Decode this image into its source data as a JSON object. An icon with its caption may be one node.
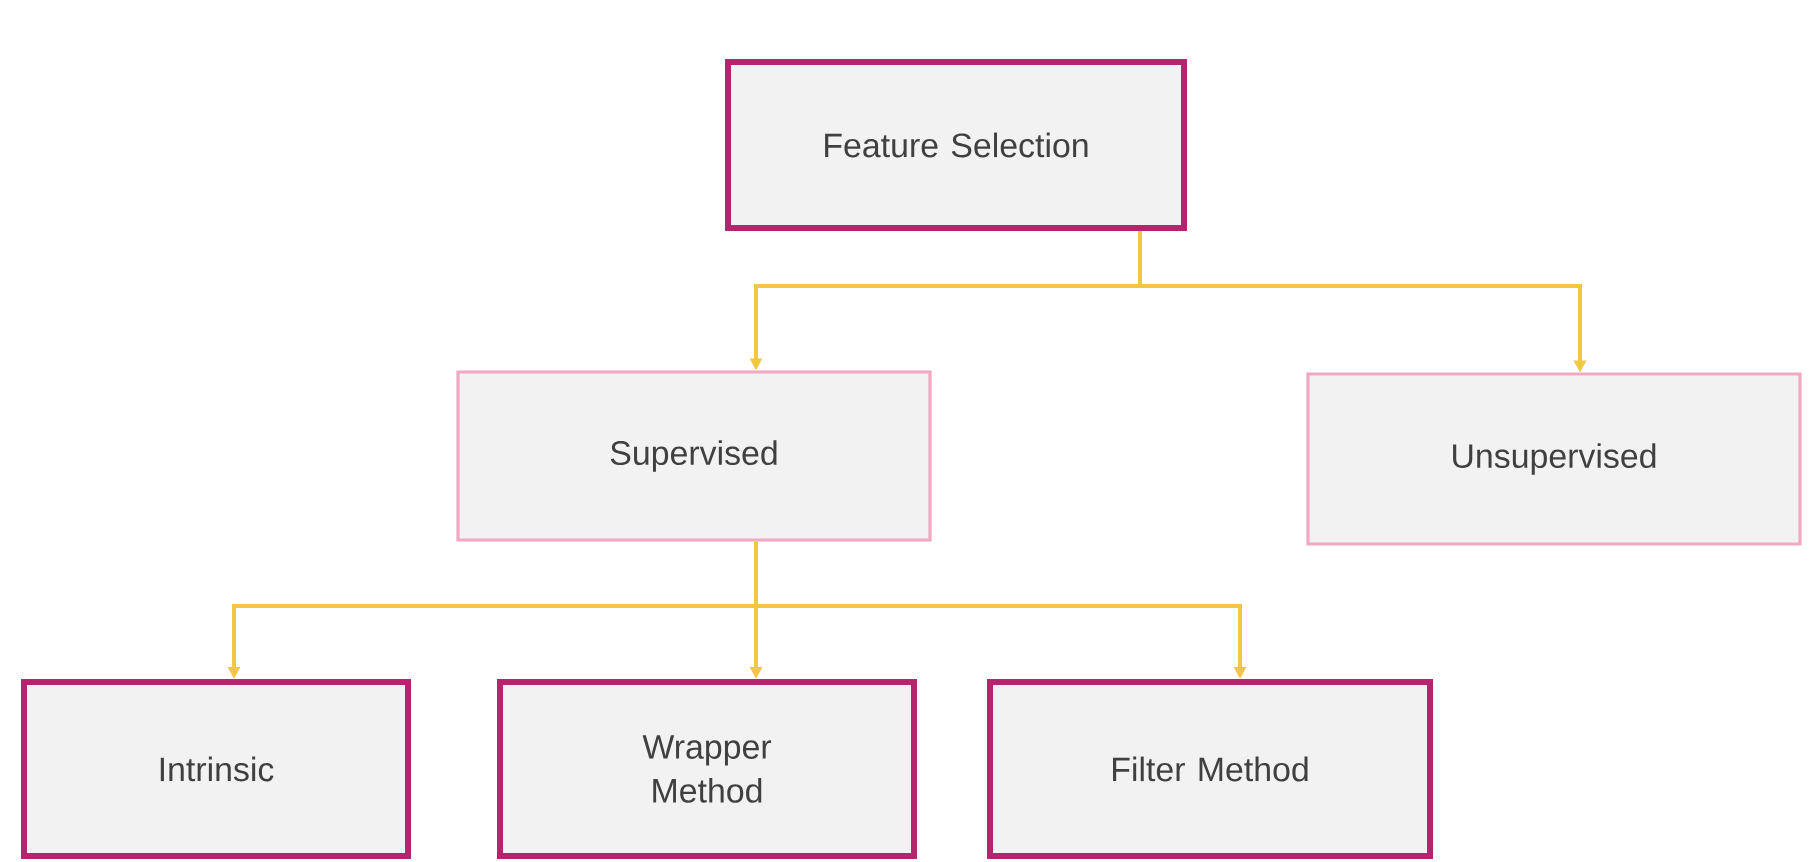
{
  "diagram": {
    "nodes": [
      {
        "text": [
          "Feature Selection"
        ]
      },
      {
        "text": [
          "Supervised"
        ]
      },
      {
        "text": [
          "Unsupervised"
        ]
      },
      {
        "text": [
          "Intrinsic"
        ]
      },
      {
        "text": [
          "Wrapper Method"
        ]
      },
      {
        "text": [
          "Filter Method"
        ]
      }
    ],
    "edges": [
      {
        "from": 0,
        "to": 1,
        "arrow": "to"
      },
      {
        "from": 0,
        "to": 2,
        "arrow": "to"
      },
      {
        "from": 1,
        "to": 3,
        "arrow": "to"
      },
      {
        "from": 1,
        "to": 4,
        "arrow": "to"
      },
      {
        "from": 1,
        "to": 5,
        "arrow": "to"
      }
    ]
  }
}
